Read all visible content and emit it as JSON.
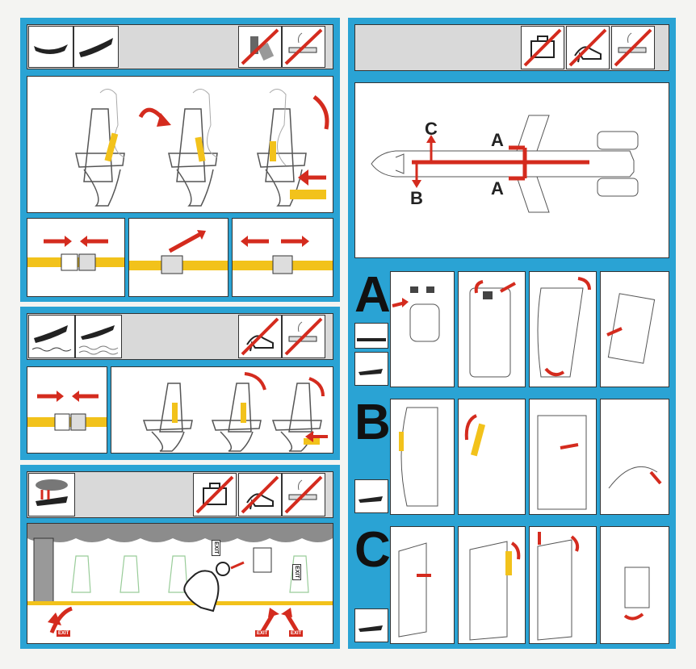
{
  "colors": {
    "frame": "#2aa3d4",
    "arrow": "#d42b1e",
    "belt": "#f2c21b",
    "header": "#d9d9d9"
  },
  "exits": {
    "a": "A",
    "b": "B",
    "c": "C"
  },
  "signs": {
    "exit_word": "EXIT"
  },
  "icons": {
    "no_electronics": "no-phone-icon",
    "no_smoking": "no-smoking-icon",
    "no_baggage": "no-baggage-icon",
    "no_high_heels": "no-heels-icon"
  }
}
